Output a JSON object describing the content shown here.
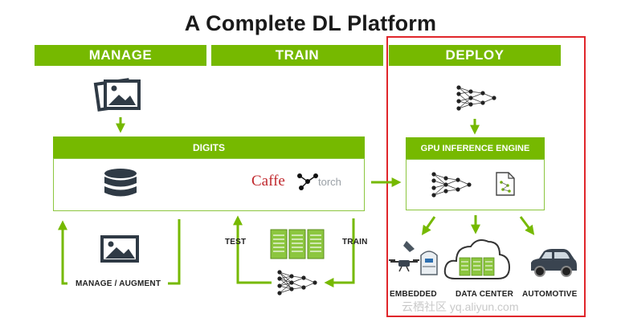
{
  "title": "A Complete DL Platform",
  "headers": {
    "manage": "MANAGE",
    "train": "TRAIN",
    "deploy": "DEPLOY"
  },
  "digits": {
    "label": "DIGITS",
    "frameworks": {
      "caffe": "Caffe",
      "torch": "torch"
    }
  },
  "gpu_engine": {
    "label": "GPU INFERENCE ENGINE"
  },
  "loop_labels": {
    "manage_augment": "MANAGE / AUGMENT",
    "test": "TEST",
    "train": "TRAIN"
  },
  "targets": {
    "embedded": "EMBEDDED",
    "data_center": "DATA CENTER",
    "automotive": "AUTOMOTIVE"
  },
  "watermark": "云栖社区 yq.aliyun.com",
  "colors": {
    "nvidia_green": "#76b900",
    "highlight_red": "#e0262b",
    "caffe_red": "#c0282d"
  }
}
